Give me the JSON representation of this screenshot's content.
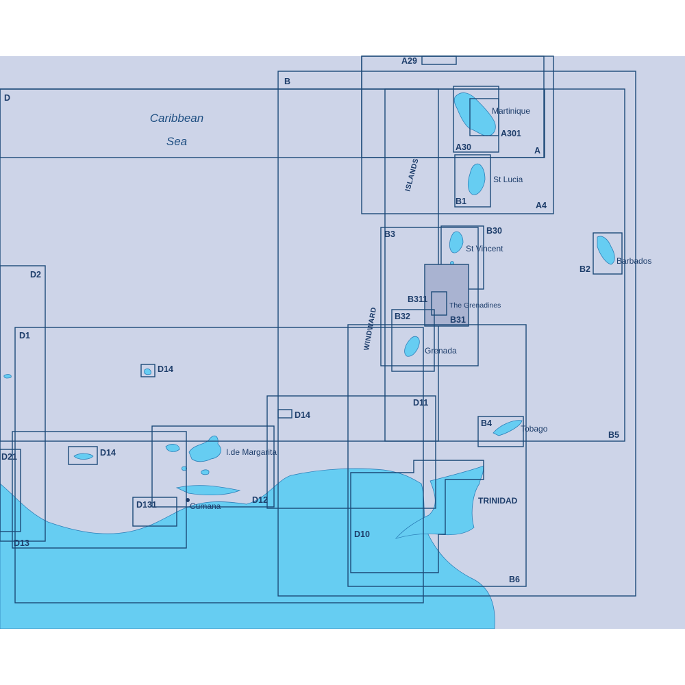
{
  "sea_name_line1": "Caribbean",
  "sea_name_line2": "Sea",
  "region_labels": {
    "windward": "WINDWARD",
    "islands": "ISLANDS",
    "trinidad": "TRINIDAD"
  },
  "places": {
    "martinique": "Martinique",
    "st_lucia": "St Lucia",
    "st_vincent": "St Vincent",
    "grenadines": "The Grenadines",
    "grenada": "Grenada",
    "barbados": "Barbados",
    "tobago": "Tobago",
    "margarita": "I.de Margarita",
    "cumana": "Cumana"
  },
  "charts": {
    "A29": "A29",
    "A": "A",
    "A4": "A4",
    "A30": "A30",
    "A301": "A301",
    "B": "B",
    "B1": "B1",
    "B2": "B2",
    "B3": "B3",
    "B30": "B30",
    "B31": "B31",
    "B311": "B311",
    "B32": "B32",
    "B4": "B4",
    "B5": "B5",
    "B6": "B6",
    "D": "D",
    "D1": "D1",
    "D2": "D2",
    "D10": "D10",
    "D11": "D11",
    "D12": "D12",
    "D13": "D13",
    "D131": "D131",
    "D14_a": "D14",
    "D14_b": "D14",
    "D14_c": "D14",
    "D21": "D21"
  },
  "colors": {
    "sea": "#cdd4e8",
    "land": "#66cdf2",
    "frame": "#1c4a78",
    "highlight": "#a9b3d1"
  },
  "icons": [
    "town-dot"
  ]
}
